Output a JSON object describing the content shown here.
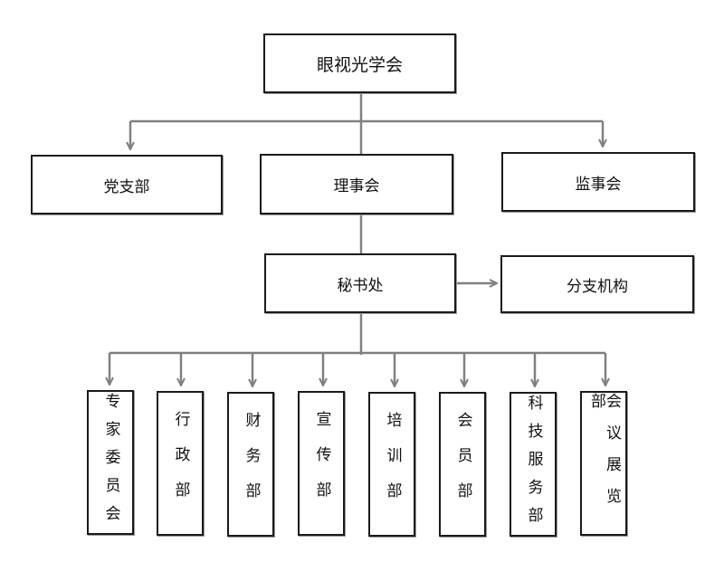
{
  "root": {
    "label": "眼视光学会"
  },
  "level1": {
    "party": "党支部",
    "council": "理事会",
    "supervisory": "监事会"
  },
  "secretariat": "秘书处",
  "branches": "分支机构",
  "departments": [
    "专家委员会",
    "行政部",
    "财务部",
    "宣传部",
    "培训部",
    "会员部",
    "科技服务部",
    "会议展览部"
  ],
  "colors": {
    "connector": "#808080",
    "border": "#1a1a1a",
    "text": "#111111"
  }
}
